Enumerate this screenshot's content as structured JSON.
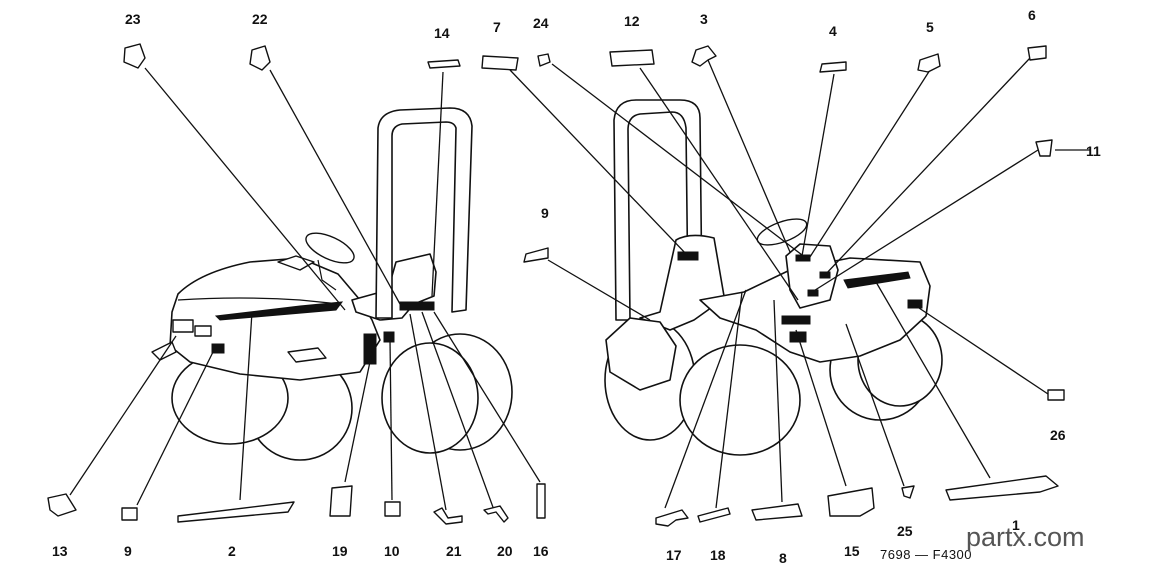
{
  "callouts": {
    "c23": "23",
    "c22": "22",
    "c14": "14",
    "c13": "13",
    "c9a": "9",
    "c2": "2",
    "c19": "19",
    "c10": "10",
    "c21": "21",
    "c20": "20",
    "c16": "16",
    "c7": "7",
    "c24": "24",
    "c12": "12",
    "c3": "3",
    "c4": "4",
    "c5": "5",
    "c6": "6",
    "c11": "11",
    "c9b": "9",
    "c26": "26",
    "c17": "17",
    "c18": "18",
    "c8": "8",
    "c15": "15",
    "c25": "25",
    "c1": "1"
  },
  "footer": {
    "code": "7698 — F4300"
  },
  "watermark": {
    "text": "partx.com"
  }
}
